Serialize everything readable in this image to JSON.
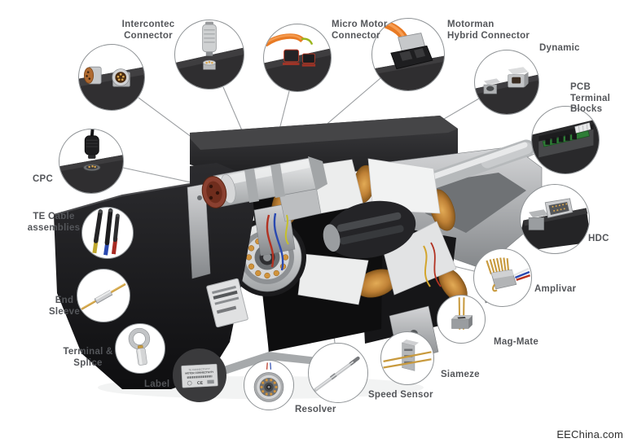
{
  "diagram": {
    "watermark": "EEChina.com",
    "labels": {
      "intercontec": "Intercontec\nConnector",
      "micro_motor": "Micro Motor\nConnector",
      "motorman": "Motorman\nHybrid Connector",
      "dynamic": "Dynamic",
      "pcb_terminal": "PCB Terminal\nBlocks",
      "hdc": "HDC",
      "amplivar": "Amplivar",
      "mag_mate": "Mag-Mate",
      "siameze": "Siameze",
      "speed_sensor": "Speed Sensor",
      "resolver": "Resolver",
      "label": "Label",
      "terminal_splice": "Terminal &\nSplice",
      "end_sleeve": "End\nSleeve",
      "te_cable": "TE Cable\nassemblies",
      "cpc": "CPC"
    },
    "label_plate": {
      "line1": "TE CONNECTIVITY",
      "line2": "MOTOR CONNECTIVITY",
      "ce_mark": "CE"
    },
    "icons": [
      "round-panel-connectors-icon",
      "intercontec-connector-icon",
      "micro-motor-connector-icon",
      "motorman-hybrid-connector-icon",
      "dynamic-connector-icon",
      "pcb-terminal-blocks-icon",
      "hdc-connector-icon",
      "amplivar-icon",
      "mag-mate-icon",
      "siameze-icon",
      "speed-sensor-icon",
      "resolver-icon",
      "label-plate-icon",
      "terminal-splice-icon",
      "end-sleeve-icon",
      "te-cable-assemblies-icon",
      "cpc-connector-icon"
    ],
    "colors": {
      "label_text": "#54565a",
      "leader_line": "#9b9ea1",
      "circle_border": "#8f9396",
      "cable_orange": "#e87a24",
      "copper": "#c08a3a",
      "pcb_green": "#2e7d36",
      "watermark_text": "#2d2d2d"
    }
  }
}
